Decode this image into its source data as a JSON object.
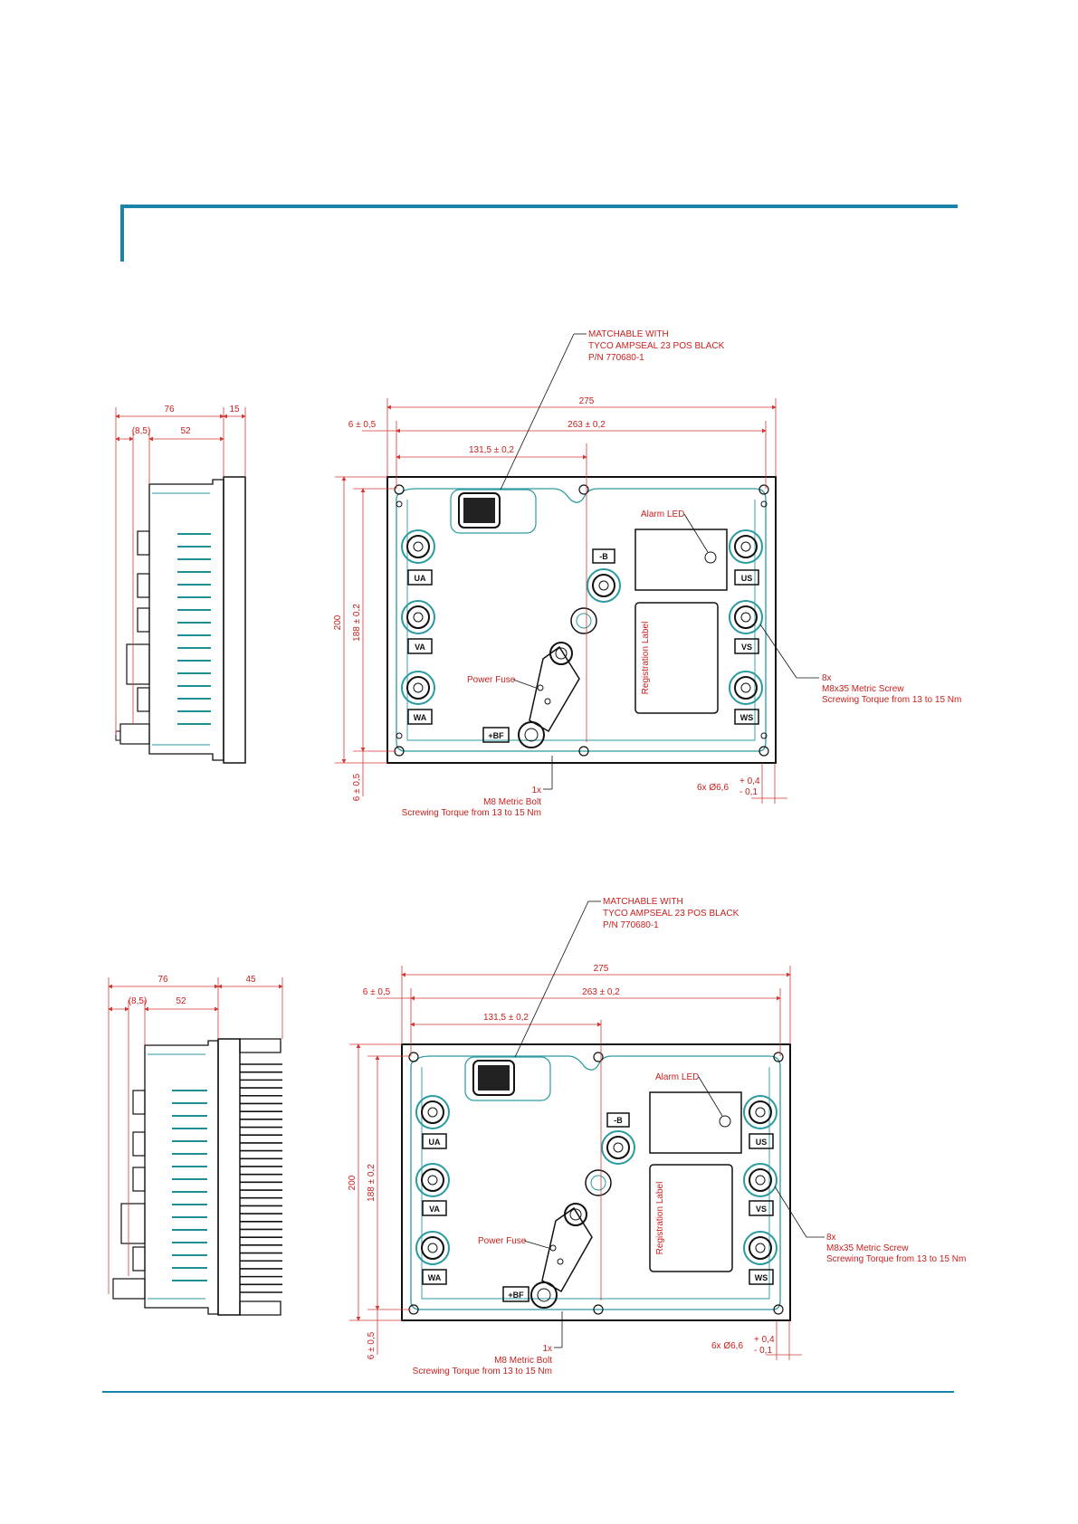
{
  "header": {
    "accent_color": "#1a84a8"
  },
  "footer": {
    "accent_color": "#1a84a8"
  },
  "drawings": [
    {
      "id": "top",
      "side": {
        "width_76": "76",
        "width_15": "15",
        "width_85": "(8,5)",
        "width_52": "52"
      },
      "front": {
        "w275": "275",
        "w263": "263 ± 0,2",
        "w131": "131,5 ± 0,2",
        "w6": "6 ± 0,5",
        "h200": "200",
        "h188": "188 ± 0,2",
        "h6": "6 ± 0,5",
        "note_connector": [
          "MATCHABLE WITH",
          "TYCO AMPSEAL 23 POS BLACK",
          "P/N 770680-1"
        ],
        "alarm": "Alarm LED",
        "registration": "Registration Label",
        "fuse": "Power Fuse",
        "terminals": {
          "ua": "UA",
          "va": "VA",
          "wa": "WA",
          "us": "US",
          "vs": "VS",
          "ws": "WS",
          "neg_b": "-B",
          "pos_bf": "+BF"
        },
        "screw_note": [
          "8x",
          "M8x35 Metric Screw",
          "Screwing Torque from 13 to 15 Nm"
        ],
        "bolt_note": [
          "1x",
          "M8 Metric Bolt",
          "Screwing Torque from 13 to 15 Nm"
        ],
        "hole": "6x Ø6,6",
        "tol_plus": "+ 0,4",
        "tol_minus": "- 0,1"
      }
    },
    {
      "id": "bottom",
      "side": {
        "width_76": "76",
        "width_15": "45",
        "width_85": "(8,5)",
        "width_52": "52"
      },
      "front": {
        "w275": "275",
        "w263": "263 ± 0,2",
        "w131": "131,5 ± 0,2",
        "w6": "6 ± 0,5",
        "h200": "200",
        "h188": "188 ± 0,2",
        "h6": "6 ± 0,5",
        "note_connector": [
          "MATCHABLE WITH",
          "TYCO AMPSEAL 23 POS BLACK",
          "P/N 770680-1"
        ],
        "alarm": "Alarm LED",
        "registration": "Registration Label",
        "fuse": "Power Fuse",
        "terminals": {
          "ua": "UA",
          "va": "VA",
          "wa": "WA",
          "us": "US",
          "vs": "VS",
          "ws": "WS",
          "neg_b": "-B",
          "pos_bf": "+BF"
        },
        "screw_note": [
          "8x",
          "M8x35 Metric Screw",
          "Screwing Torque from 13 to 15 Nm"
        ],
        "bolt_note": [
          "1x",
          "M8 Metric Bolt",
          "Screwing Torque from 13 to 15 Nm"
        ],
        "hole": "6x Ø6,6",
        "tol_plus": "+ 0,4",
        "tol_minus": "- 0,1"
      }
    }
  ]
}
